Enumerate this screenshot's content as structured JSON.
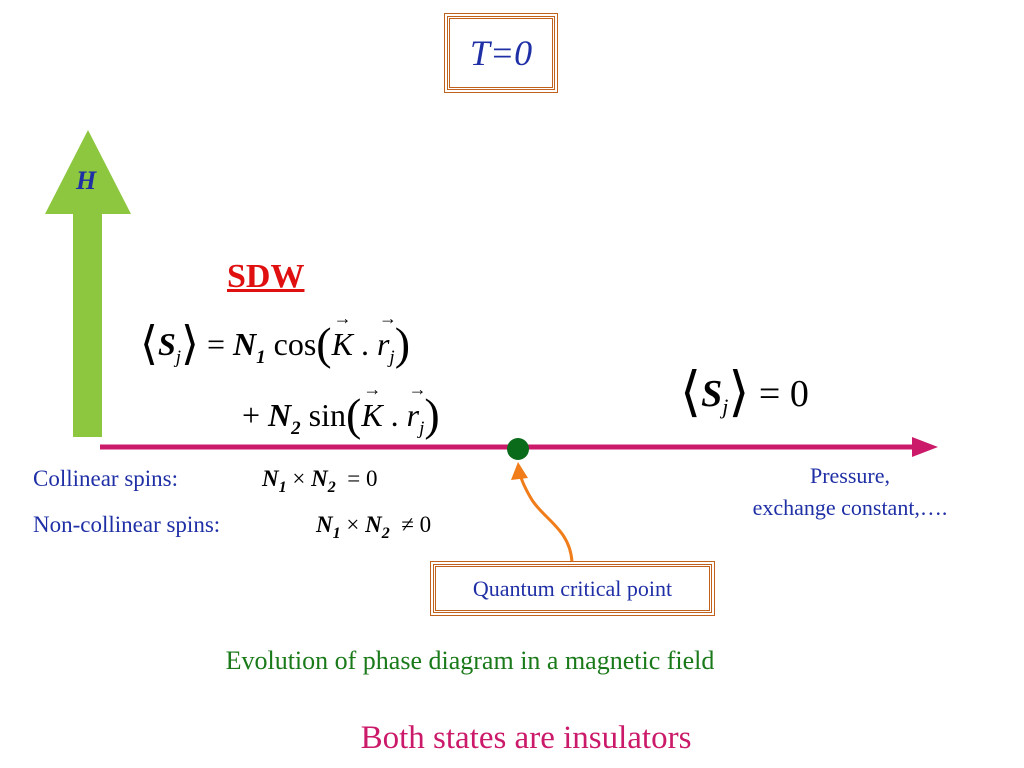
{
  "title": "T=0",
  "field_axis": {
    "label": "H"
  },
  "sdw": {
    "label": "SDW",
    "eq_line1": {
      "spin": "S",
      "spin_sub": "j",
      "equals": "=",
      "coef": "N",
      "coef_sub": "1",
      "func": "cos",
      "vec_k": "K",
      "dot": ".",
      "vec_r": "r",
      "r_sub": "j"
    },
    "eq_line2": {
      "plus": "+",
      "coef": "N",
      "coef_sub": "2",
      "func": "sin",
      "vec_k": "K",
      "dot": ".",
      "vec_r": "r",
      "r_sub": "j"
    }
  },
  "paramagnet": {
    "spin": "S",
    "spin_sub": "j",
    "equals": "=",
    "value": "0"
  },
  "collinear": {
    "label": "Collinear spins:",
    "n1": "N",
    "n1_sub": "1",
    "op": "×",
    "n2": "N",
    "n2_sub": "2",
    "rel": "=",
    "value": "0"
  },
  "noncollinear": {
    "label": "Non-collinear spins:",
    "n1": "N",
    "n1_sub": "1",
    "op": "×",
    "n2": "N",
    "n2_sub": "2",
    "rel": "≠",
    "value": "0"
  },
  "control_axis": {
    "line1": "Pressure,",
    "line2": "exchange constant,…."
  },
  "qcp": {
    "label": "Quantum critical point"
  },
  "caption": "Evolution of phase diagram in a magnetic field",
  "conclusion": "Both states are insulators",
  "colors": {
    "field_arrow": "#8dc63f",
    "axis": "#cc1a6a",
    "qcp_dot": "#0a6b1a",
    "pointer": "#f07d1a",
    "text_blue": "#1f2fa6",
    "sdw_red": "#e01010"
  }
}
